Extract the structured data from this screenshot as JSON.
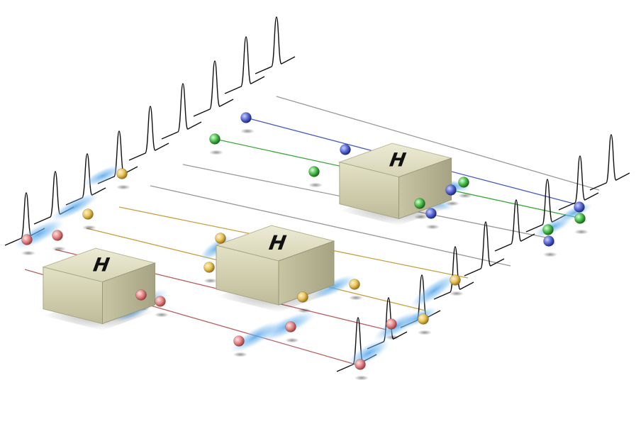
{
  "gates": [
    {
      "label": "H"
    },
    {
      "label": "H"
    },
    {
      "label": "H"
    }
  ],
  "photon_colors": {
    "blue": "#5b6bd6",
    "green": "#4cc04c",
    "yellow": "#e8c45a",
    "red": "#e58a8a",
    "wavepacket_glow": "#4fa3e8"
  },
  "line_colors": {
    "blue": "#4a5bc0",
    "green": "#3aa83a",
    "gray": "#9a9a9a",
    "yellow": "#c8a040",
    "red": "#b86060"
  }
}
